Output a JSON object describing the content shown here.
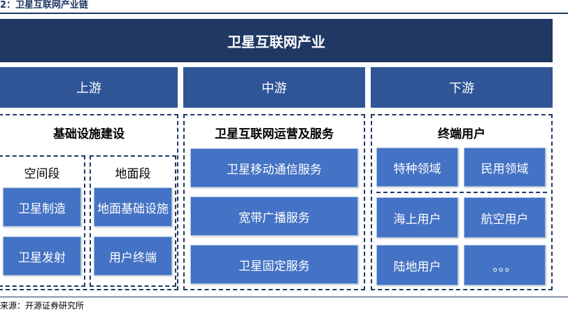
{
  "caption": "2：卫星互联网产业链",
  "banner": "卫星互联网产业",
  "stages": {
    "upstream": "上游",
    "midstream": "中游",
    "downstream": "下游"
  },
  "upstream": {
    "title": "基础设施建设",
    "space": {
      "title": "空间段",
      "items": [
        "卫星制造",
        "卫星发射"
      ]
    },
    "ground": {
      "title": "地面段",
      "items": [
        "地面基础设施",
        "用户终端"
      ]
    }
  },
  "midstream": {
    "title": "卫星互联网运营及服务",
    "items": [
      "卫星移动通信服务",
      "宽带广播服务",
      "卫星固定服务"
    ]
  },
  "downstream": {
    "title": "终端用户",
    "items": [
      "特种领域",
      "民用领域",
      "海上用户",
      "航空用户",
      "陆地用户",
      "。。。"
    ]
  },
  "source": "来源：开源证券研究所"
}
